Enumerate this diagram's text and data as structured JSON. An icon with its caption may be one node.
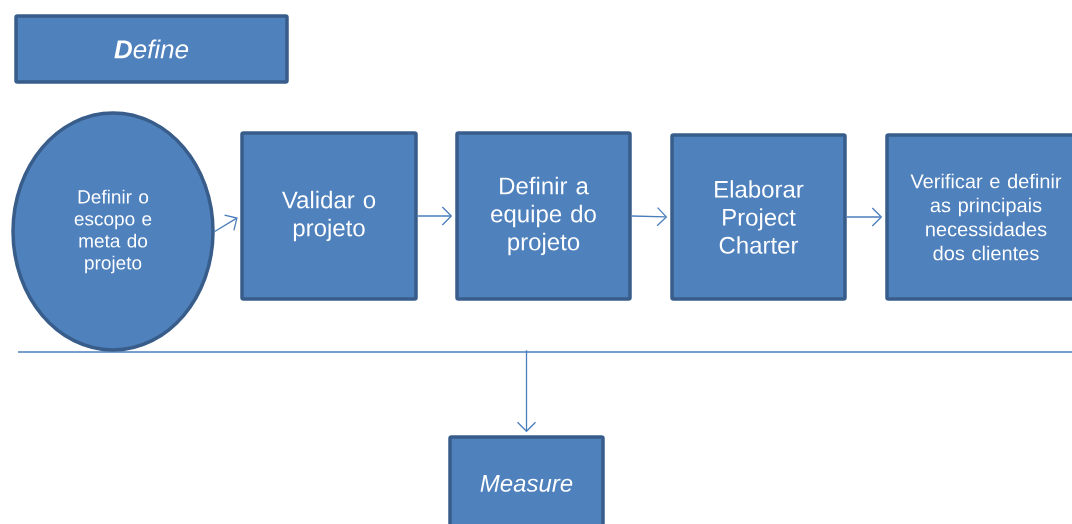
{
  "diagram": {
    "nodes": [
      {
        "text": [
          "**D**efine"
        ]
      },
      {
        "text": [
          "Definir o escopo e meta do projeto"
        ]
      },
      {
        "text": [
          "Validar o projeto"
        ]
      },
      {
        "text": [
          "Definir a equipe do projeto"
        ]
      },
      {
        "text": [
          "Elaborar Project Charter"
        ]
      },
      {
        "text": [
          "Verificar e definir as principais necessidades dos clientes"
        ]
      },
      {
        "text": [
          "Measure"
        ]
      }
    ],
    "edges": [
      {
        "from": 1,
        "to": 2,
        "arrow": "to"
      },
      {
        "from": 2,
        "to": 3,
        "arrow": "to"
      },
      {
        "from": 3,
        "to": 4,
        "arrow": "to"
      },
      {
        "from": 4,
        "to": 5,
        "arrow": "to"
      },
      {
        "from": null,
        "to": 6,
        "arrow": "to"
      }
    ]
  }
}
